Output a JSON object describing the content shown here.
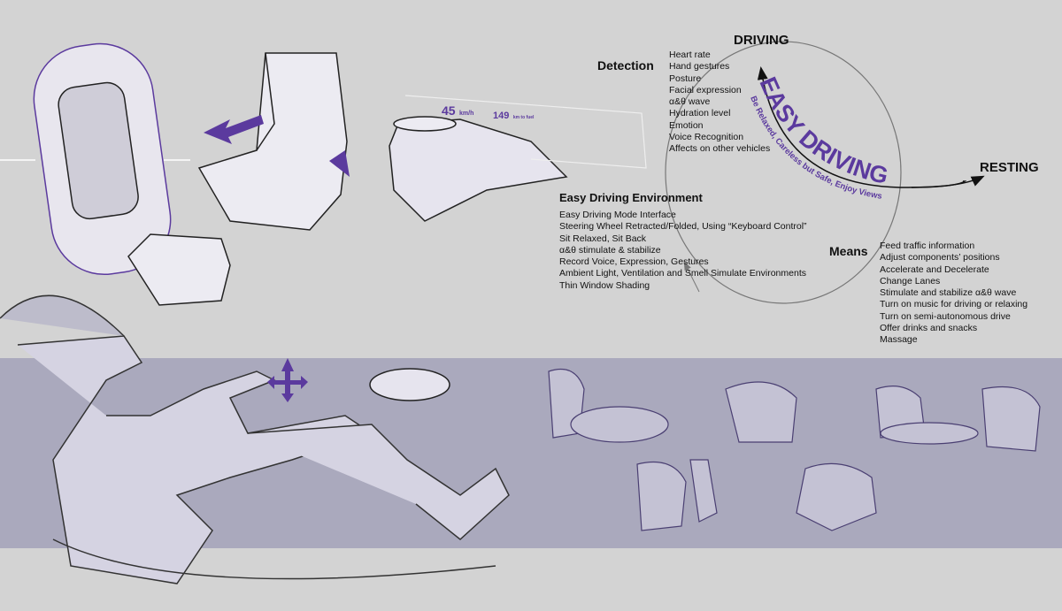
{
  "hud": {
    "speed": "45",
    "speed_unit": "km/h",
    "range": "149",
    "range_unit": "km to fuel"
  },
  "cycle": {
    "top_label": "DRIVING",
    "right_label": "RESTING",
    "arc_title": "EASY DRIVING",
    "arc_subtitle": "Be Relaxed, Careless but Safe, Enjoy Views"
  },
  "detection": {
    "title": "Detection",
    "items": [
      "Heart rate",
      "Hand gestures",
      "Posture",
      "Facial expression",
      "α&θ wave",
      "Hydration level",
      "Emotion",
      "Voice Recognition",
      "Affects on other vehicles"
    ]
  },
  "environment": {
    "title": "Easy Driving Environment",
    "items": [
      "Easy Driving Mode Interface",
      "Steering Wheel Retracted/Folded, Using “Keyboard Control”",
      "Sit Relaxed, Sit Back",
      "α&θ stimulate & stabilize",
      "Record Voice, Expression, Gestures",
      "Ambient Light, Ventilation and Smell Simulate Environments",
      "Thin Window Shading"
    ]
  },
  "means": {
    "title": "Means",
    "items": [
      "Feed traffic information",
      "Adjust components’ positions",
      "Accelerate and Decelerate",
      "Change Lanes",
      "Stimulate and stabilize α&θ wave",
      "Turn on music for driving or relaxing",
      "Turn on semi-autonomous drive",
      "Offer drinks and snacks",
      "Massage"
    ]
  },
  "colors": {
    "accent": "#5b3a9e",
    "background": "#d3d3d3",
    "band": "#aaa9bd"
  }
}
